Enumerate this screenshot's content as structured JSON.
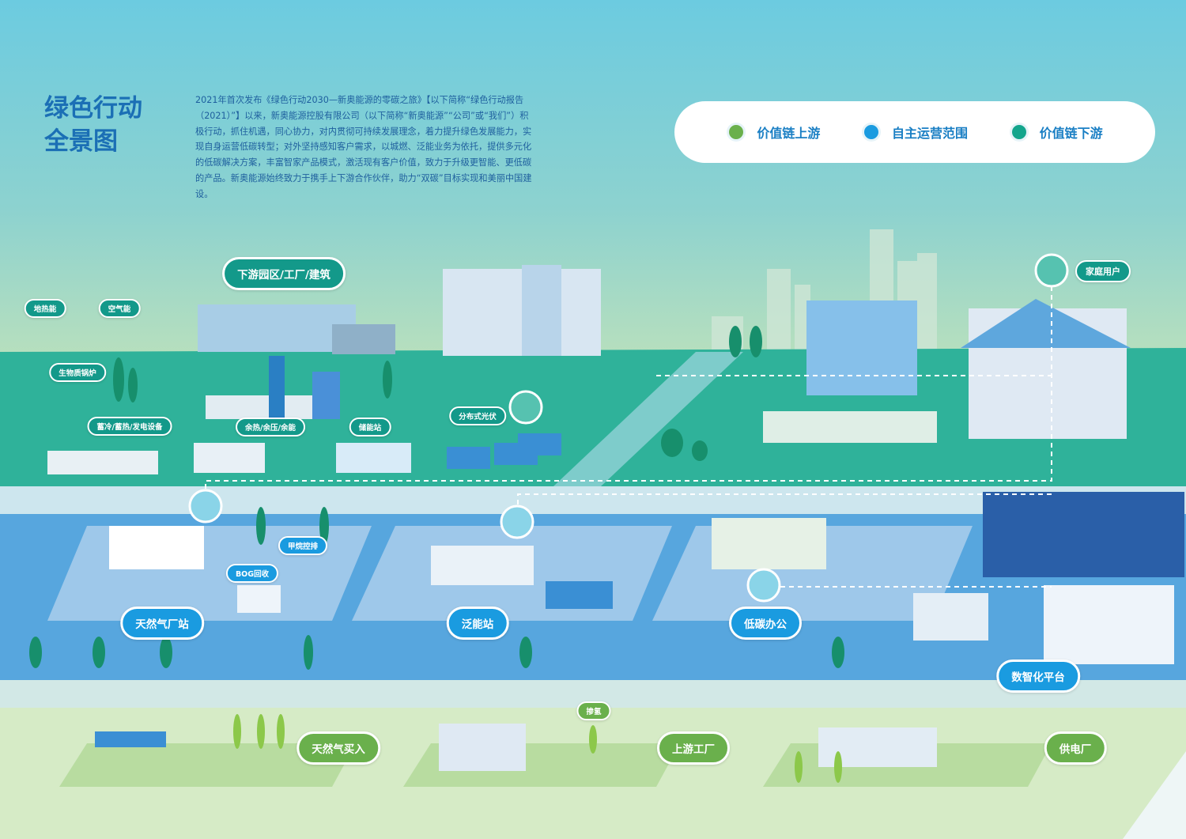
{
  "title": {
    "line1": "绿色行动",
    "line2": "全景图"
  },
  "intro": "2021年首次发布《绿色行动2030—新奥能源的零碳之旅》【以下简称“绿色行动报告（2021）”】以来，新奥能源控股有限公司（以下简称“新奥能源”“公司”或“我们”）积极行动，抓住机遇，同心协力，对内贯彻可持续发展理念，着力提升绿色发展能力，实现自身运营低碳转型；对外坚持感知客户需求，以城燃、泛能业务为依托，提供多元化的低碳解决方案，丰富智家产品模式，激活现有客户价值，致力于升级更智能、更低碳的产品。新奥能源始终致力于携手上下游合作伙伴，助力“双碳”目标实现和美丽中国建设。",
  "legend": [
    {
      "label": "价值链上游",
      "color": "#6ab04c"
    },
    {
      "label": "自主运营范围",
      "color": "#1a9be0"
    },
    {
      "label": "价值链下游",
      "color": "#13a58c"
    }
  ],
  "downstream": {
    "park": "下游园区/工厂/建筑",
    "home": "家庭用户",
    "geothermal": "地热能",
    "air": "空气能",
    "biomass": "生物质锅炉",
    "storage_equipment": "蓄冷/蓄热/发电设备",
    "waste_energy": "余热/余压/余能",
    "storage_station": "储能站",
    "pv": "分布式光伏"
  },
  "operations": {
    "methane": "甲烷控排",
    "bog": "BOG回收",
    "gas_station": "天然气厂站",
    "pan_energy": "泛能站",
    "office": "低碳办公",
    "digital": "数智化平台"
  },
  "upstream": {
    "hydrogen": "掺氢",
    "gas_purchase": "天然气买入",
    "factory": "上游工厂",
    "power_plant": "供电厂"
  }
}
